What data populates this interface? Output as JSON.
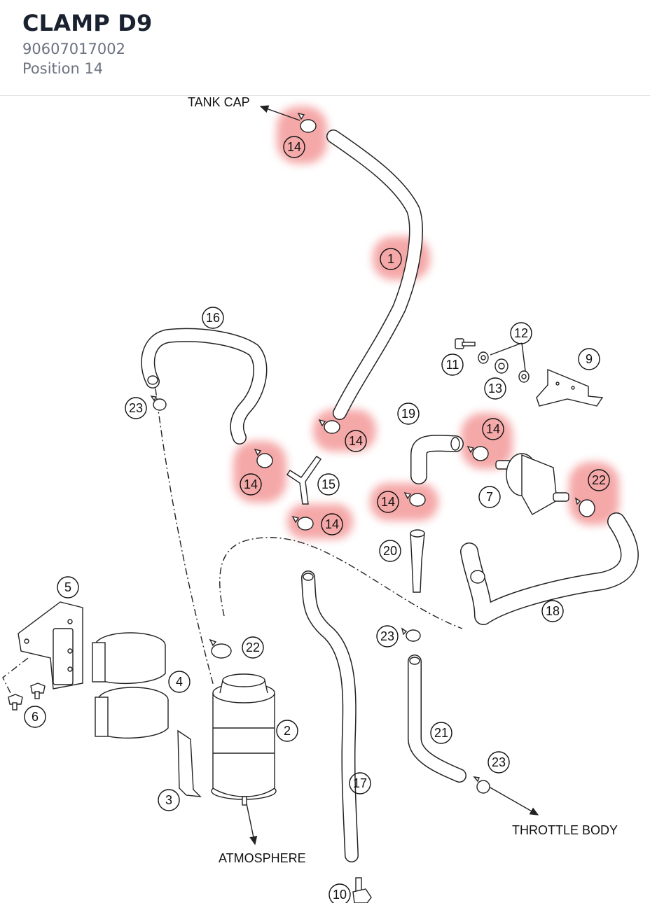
{
  "header": {
    "title": "CLAMP D9",
    "part_number": "90607017002",
    "position": "Position 14"
  },
  "colors": {
    "highlight": "#f28b8b",
    "line": "#222222"
  },
  "labels": {
    "tank_cap": "TANK CAP",
    "atmosphere": "ATMOSPHERE",
    "throttle_body": "THROTTLE BODY"
  },
  "callouts": {
    "c14a": "14",
    "c1": "1",
    "c16": "16",
    "c12": "12",
    "c11": "11",
    "c9": "9",
    "c13": "13",
    "c23a": "23",
    "c19": "19",
    "c14b": "14",
    "c14c": "14",
    "c14d": "14",
    "c15": "15",
    "c22a": "22",
    "c7": "7",
    "c14e": "14",
    "c14f": "14",
    "c20": "20",
    "c18": "18",
    "c5": "5",
    "c23b": "23",
    "c22b": "22",
    "c4": "4",
    "c6": "6",
    "c2": "2",
    "c21": "21",
    "c23c": "23",
    "c3": "3",
    "c17": "17",
    "c10": "10"
  }
}
